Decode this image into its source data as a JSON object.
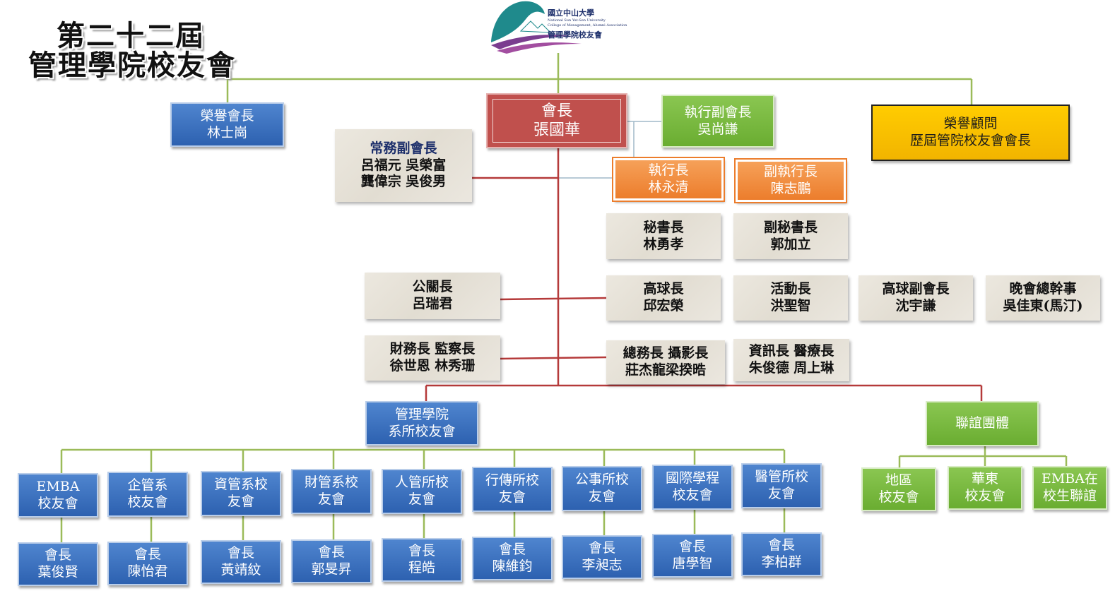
{
  "title": {
    "line1": "第二十二屆",
    "line2": "管理學院校友會"
  },
  "logo": {
    "name_zh": "國立中山大學",
    "name_en1": "National Sun Yat-Sen University",
    "name_en2": "College of Management, Alumni Association",
    "assoc_zh": "管理學院校友會"
  },
  "colors": {
    "blue": "#2d61b0",
    "green": "#6aad31",
    "orange": "#ec7d2c",
    "red": "#c0504d",
    "yellow": "#f2b400",
    "line_green": "#9bbb59",
    "line_red": "#b53a3a"
  },
  "top": {
    "honorary_president": {
      "role": "榮譽會長",
      "name": "林士崗"
    },
    "president": {
      "role": "會長",
      "name": "張國華"
    },
    "exec_vp": {
      "role": "執行副會長",
      "name": "吳尚謙"
    },
    "honorary_advisor": {
      "role": "榮譽顧問",
      "name": "歷屆管院校友會會長"
    },
    "standing_vp": {
      "role": "常務副會長",
      "line1": "呂福元 吳榮富",
      "line2": "龔偉宗 吳俊男"
    }
  },
  "executives": {
    "ceo": {
      "role": "執行長",
      "name": "林永清"
    },
    "deputy_ceo": {
      "role": "副執行長",
      "name": "陳志鵬"
    }
  },
  "officers": {
    "secretary_general": {
      "role": "秘書長",
      "name": "林勇孝"
    },
    "deputy_secretary": {
      "role": "副秘書長",
      "name": "郭加立"
    },
    "pr": {
      "role": "公關長",
      "name": "呂瑞君"
    },
    "golf": {
      "role": "高球長",
      "name": "邱宏榮"
    },
    "activity": {
      "role": "活動長",
      "name": "洪聖智"
    },
    "golf_vp": {
      "role": "高球副會長",
      "name": "沈宇謙"
    },
    "gala": {
      "role": "晚會總幹事",
      "name": "吳佳東(馬汀)"
    },
    "finance": {
      "line1": "財務長 監察長",
      "line2": "徐世恩 林秀珊"
    },
    "general_affairs": {
      "line1": "總務長 攝影長",
      "line2": "莊杰龍梁揆晧"
    },
    "info_medical": {
      "line1": "資訊長 醫療長",
      "line2": "朱俊德 周上琳"
    }
  },
  "groups": {
    "dept_alumni": {
      "line1": "管理學院",
      "line2": "系所校友會"
    },
    "affiliates": {
      "label": "聯誼團體"
    }
  },
  "departments": [
    {
      "line1": "EMBA",
      "line2": "校友會",
      "president_label": "會長",
      "president": "葉俊賢"
    },
    {
      "line1": "企管系",
      "line2": "校友會",
      "president_label": "會長",
      "president": "陳怡君"
    },
    {
      "line1": "資管系校",
      "line2": "友會",
      "president_label": "會長",
      "president": "黃靖紋"
    },
    {
      "line1": "財管系校",
      "line2": "友會",
      "president_label": "會長",
      "president": "郭旻昇"
    },
    {
      "line1": "人管所校",
      "line2": "友會",
      "president_label": "會長",
      "president": "程皓"
    },
    {
      "line1": "行傳所校",
      "line2": "友會",
      "president_label": "會長",
      "president": "陳維鈞"
    },
    {
      "line1": "公事所校",
      "line2": "友會",
      "president_label": "會長",
      "president": "李昶志"
    },
    {
      "line1": "國際學程",
      "line2": "校友會",
      "president_label": "會長",
      "president": "唐學智"
    },
    {
      "line1": "醫管所校",
      "line2": "友會",
      "president_label": "會長",
      "president": "李柏群"
    }
  ],
  "affiliate_groups": [
    {
      "line1": "地區",
      "line2": "校友會"
    },
    {
      "line1": "華東",
      "line2": "校友會"
    },
    {
      "line1": "EMBA在",
      "line2": "校生聯誼"
    }
  ]
}
